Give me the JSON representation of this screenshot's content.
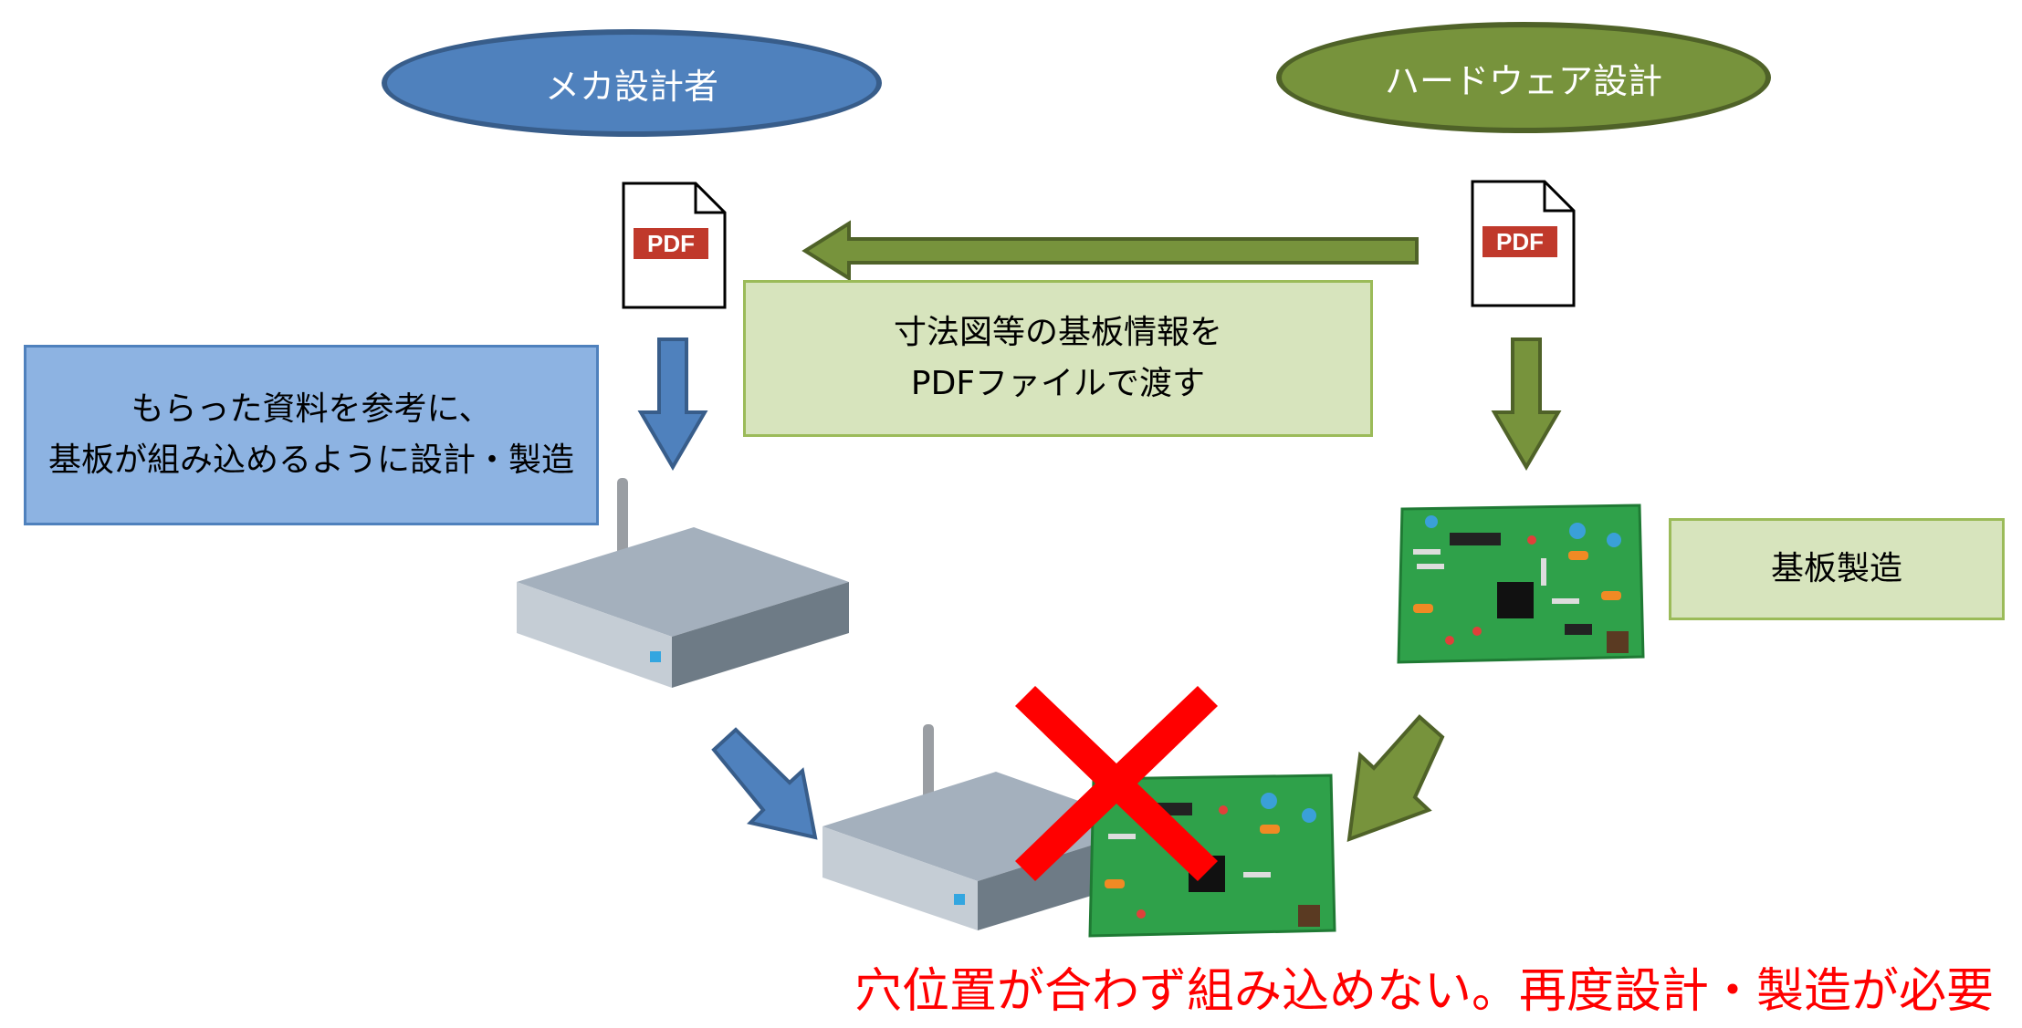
{
  "roles": {
    "mechanical": "メカ設計者",
    "hardware": "ハードウェア設計"
  },
  "pdf_label": "PDF",
  "transfer_note": {
    "line1": "寸法図等の基板情報を",
    "line2": "PDFファイルで渡す"
  },
  "mech_note": {
    "line1": "もらった資料を参考に、",
    "line2": "基板が組み込めるように設計・製造"
  },
  "board_note": "基板製造",
  "conclusion": "穴位置が合わず組み込めない。再度設計・製造が必要",
  "colors": {
    "mech_blue": "#4f81bd",
    "hw_green": "#77933c",
    "error_red": "#ff0000"
  }
}
